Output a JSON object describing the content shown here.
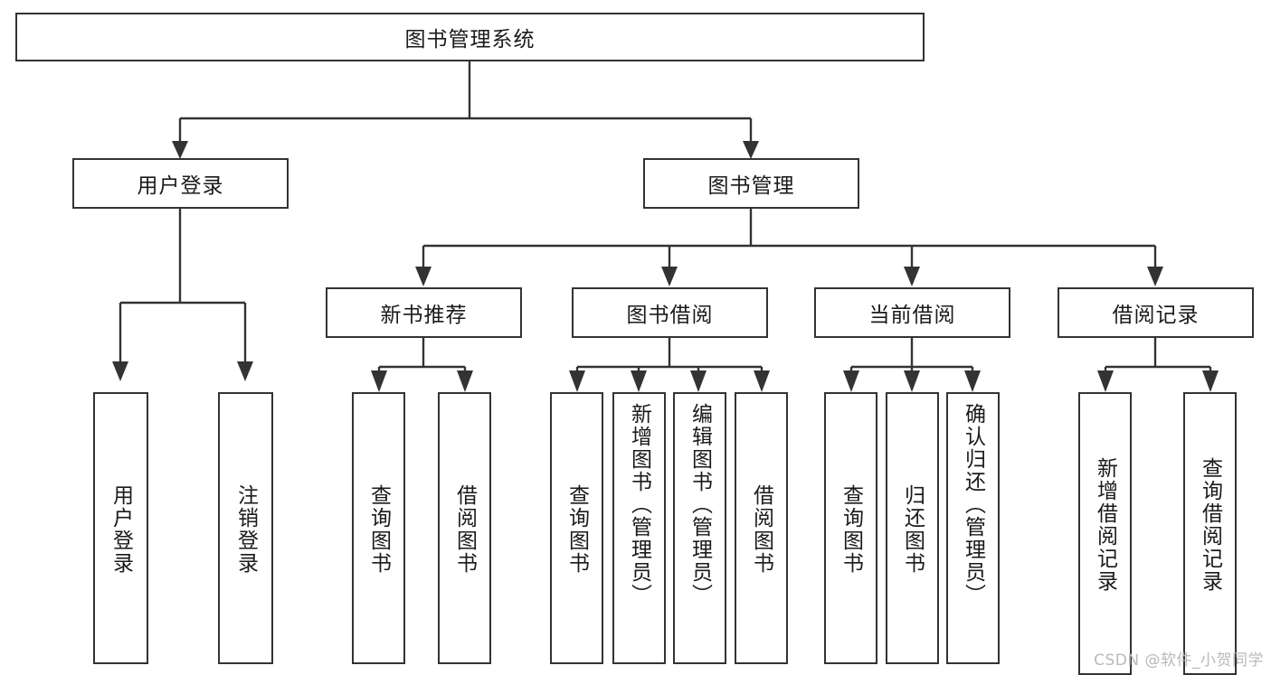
{
  "diagram": {
    "type": "tree",
    "title": "图书管理系统",
    "root": {
      "label": "图书管理系统"
    },
    "level2": [
      {
        "label": "用户登录"
      },
      {
        "label": "图书管理"
      }
    ],
    "level3": [
      {
        "label": "新书推荐"
      },
      {
        "label": "图书借阅"
      },
      {
        "label": "当前借阅"
      },
      {
        "label": "借阅记录"
      }
    ],
    "leaves": {
      "user_login": [
        {
          "label": "用户登录"
        },
        {
          "label": "注销登录"
        }
      ],
      "new_book_recommend": [
        {
          "label": "查询图书"
        },
        {
          "label": "借阅图书"
        }
      ],
      "book_borrow": [
        {
          "label": "查询图书"
        },
        {
          "label": "新增图书（管理员）"
        },
        {
          "label": "编辑图书（管理员）"
        },
        {
          "label": "借阅图书"
        }
      ],
      "current_borrow": [
        {
          "label": "查询图书"
        },
        {
          "label": "归还图书"
        },
        {
          "label": "确认归还（管理员）"
        }
      ],
      "borrow_record": [
        {
          "label": "新增借阅记录"
        },
        {
          "label": "查询借阅记录"
        }
      ]
    }
  },
  "watermark": {
    "text": "CSDN @软件_小贺同学"
  },
  "colors": {
    "border": "#333333",
    "text": "#1a1a1a",
    "background": "#ffffff",
    "watermark": "#b9b9b9"
  }
}
